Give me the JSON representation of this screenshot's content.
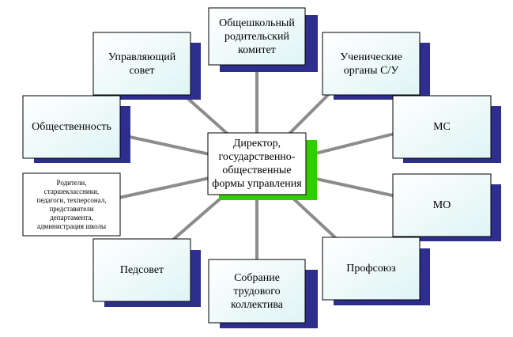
{
  "colors": {
    "connector": "#8c8c8c",
    "shadow": "#2e2e8f",
    "center_shadow": "#33cc00",
    "box_fill_light": "#ffffff",
    "box_fill_tint": "#dff4f4"
  },
  "center": {
    "label": "Директор,\nгосударственно-\nобщественные\nформы управления"
  },
  "nodes": {
    "parent_committee": "Общешкольный\nродительский\nкомитет",
    "governing_council": "Управляющий\nсовет",
    "student_bodies": "Ученические\nорганы С/У",
    "public": "Общественность",
    "ms": "МС",
    "mo": "МО",
    "stakeholders": "Родители,\nстаршеклассники,\nпедагоги, техперсонал,\nпредставители\nдепартамента,\nадминистрация школы",
    "pedagogical_council": "Педсовет",
    "labor_assembly": "Собрание\nтрудового\nколлектива",
    "trade_union": "Профсоюз"
  }
}
